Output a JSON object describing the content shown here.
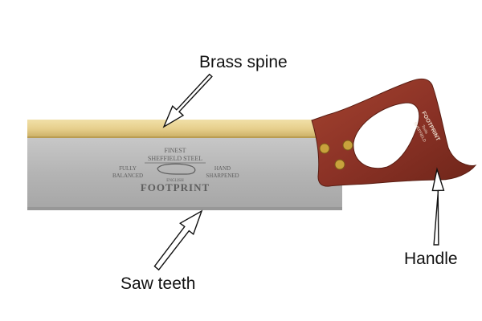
{
  "labels": {
    "brass_spine": "Brass spine",
    "saw_teeth": "Saw teeth",
    "handle": "Handle"
  },
  "blade_marks": {
    "line1": "FINEST",
    "line2": "SHEFFIELD STEEL",
    "left_top": "FULLY",
    "left_bottom": "BALANCED",
    "right_top": "HAND",
    "right_bottom": "SHARPENED",
    "center_small": "ENGLISH",
    "brand": "FOOTPRINT"
  },
  "handle_mark": {
    "brand": "FOOTPRINT",
    "line2": "Tools",
    "line3": "SHEFFIELD"
  },
  "colors": {
    "brass": "#e6cf8c",
    "blade": "#b7b7b7",
    "handle": "#8b3226",
    "rivet": "#c8a23c"
  }
}
